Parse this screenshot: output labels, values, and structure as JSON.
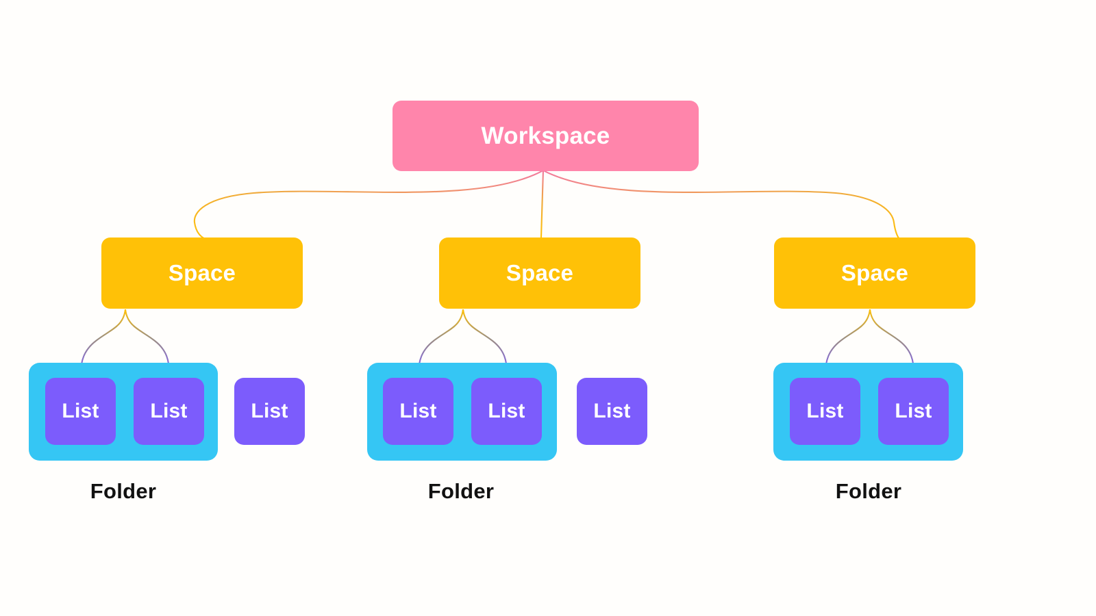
{
  "diagram": {
    "title_node": {
      "label": "Workspace"
    },
    "background_color": "#FFFEFC",
    "colors": {
      "workspace": "#FF85AB",
      "space": "#FFC107",
      "folder": "#35C6F4",
      "list": "#7C5CFC",
      "folder_label": "#111111",
      "node_text": "#FFFFFF"
    },
    "spaces": [
      {
        "label": "Space"
      },
      {
        "label": "Space"
      },
      {
        "label": "Space"
      }
    ],
    "folders": [
      {
        "label": "Folder"
      },
      {
        "label": "Folder"
      },
      {
        "label": "Folder"
      }
    ],
    "lists": {
      "group1_folder": [
        {
          "label": "List"
        },
        {
          "label": "List"
        }
      ],
      "group1_standalone": [
        {
          "label": "List"
        }
      ],
      "group2_folder": [
        {
          "label": "List"
        },
        {
          "label": "List"
        }
      ],
      "group2_standalone": [
        {
          "label": "List"
        }
      ],
      "group3_folder": [
        {
          "label": "List"
        },
        {
          "label": "List"
        }
      ],
      "group3_standalone": []
    }
  }
}
